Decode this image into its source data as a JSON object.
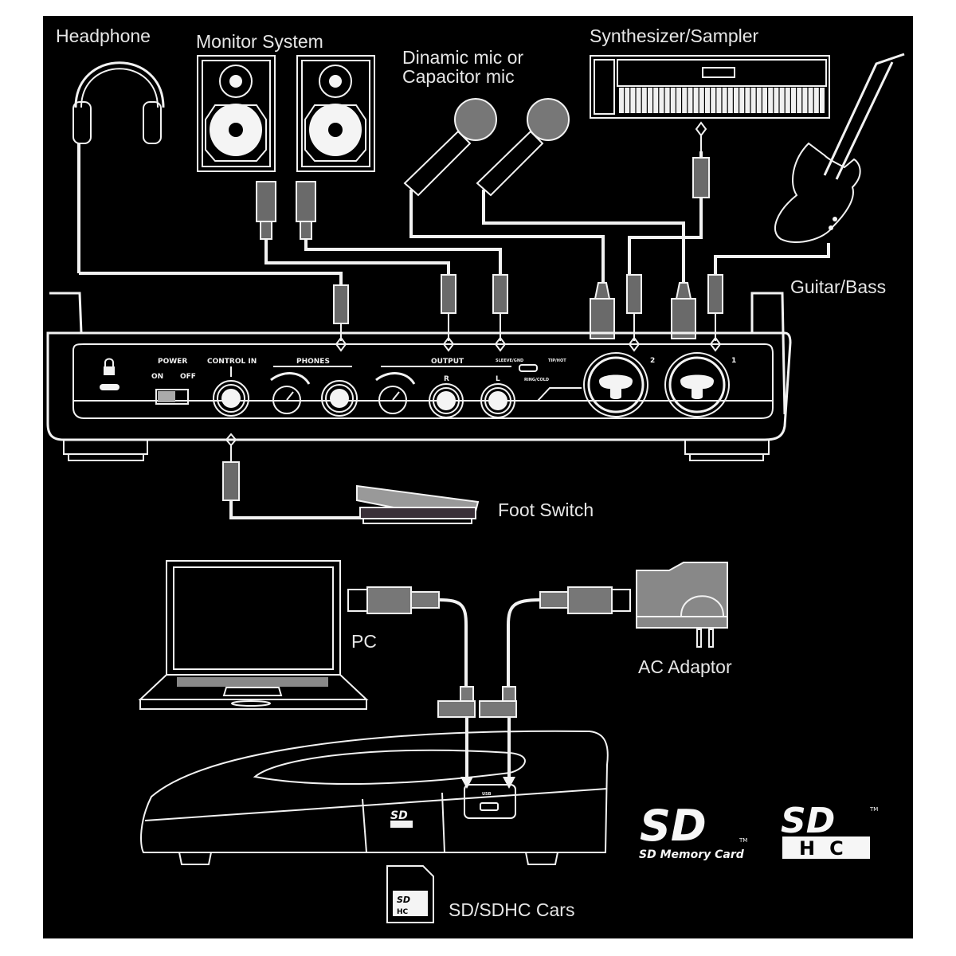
{
  "title": "Audio interface connection diagram",
  "colors": {
    "background": "#000000",
    "line": "#f2f2f2",
    "plug": "#6a6a6a",
    "label": "#e6e6e6"
  },
  "labels": {
    "headphone": "Headphone",
    "monitor_system": "Monitor System",
    "mic_line1": "Dinamic mic or",
    "mic_line2": "Capacitor mic",
    "synth": "Synthesizer/Sampler",
    "guitar_bass": "Guitar/Bass",
    "foot_switch": "Foot Switch",
    "pc": "PC",
    "ac_adaptor": "AC Adaptor",
    "sd_cards": "SD/SDHC Cars"
  },
  "device_panel": {
    "power": "POWER",
    "on": "ON",
    "off": "OFF",
    "control_in": "CONTROL IN",
    "phones": "PHONES",
    "output": "OUTPUT",
    "out_r": "R",
    "out_l": "L",
    "sleeve": "SLEEVE/GND",
    "tip": "TIP/HOT",
    "ring": "RING/COLD",
    "input_2": "2",
    "input_1": "1",
    "usb": "USB"
  },
  "logos": {
    "sd_text": "SD Memory Card",
    "tm": "TM",
    "sd_mark": "SD",
    "hc_mark": "HC"
  },
  "icons": [
    "headphone-icon",
    "speaker-icon",
    "microphone-icon",
    "keyboard-synth-icon",
    "electric-guitar-icon",
    "foot-switch-icon",
    "laptop-icon",
    "usb-plug-icon",
    "ac-adaptor-icon",
    "sd-card-icon",
    "lock-icon"
  ]
}
